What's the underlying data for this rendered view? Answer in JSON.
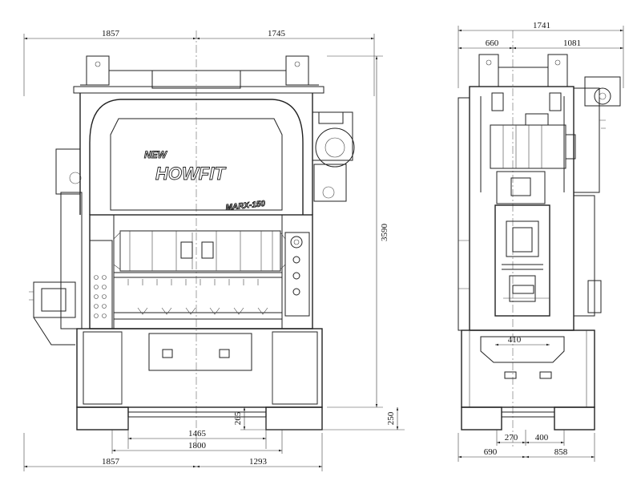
{
  "dimensions": {
    "top_left": "1857",
    "top_right": "1745",
    "side_total": "1741",
    "side_left": "660",
    "side_right": "1081",
    "height": "3590",
    "bolster_inner": "1465",
    "bolster_outer": "1800",
    "base_left": "1857",
    "base_right": "1293",
    "floor_a": "265",
    "floor_b": "250",
    "side_slide": "410",
    "side_bot_a": "270",
    "side_bot_b": "400",
    "side_bot_c": "690",
    "side_bot_d": "858"
  },
  "branding": {
    "new": "NEW",
    "name": "HOWFIT",
    "model": "MARX-150"
  }
}
